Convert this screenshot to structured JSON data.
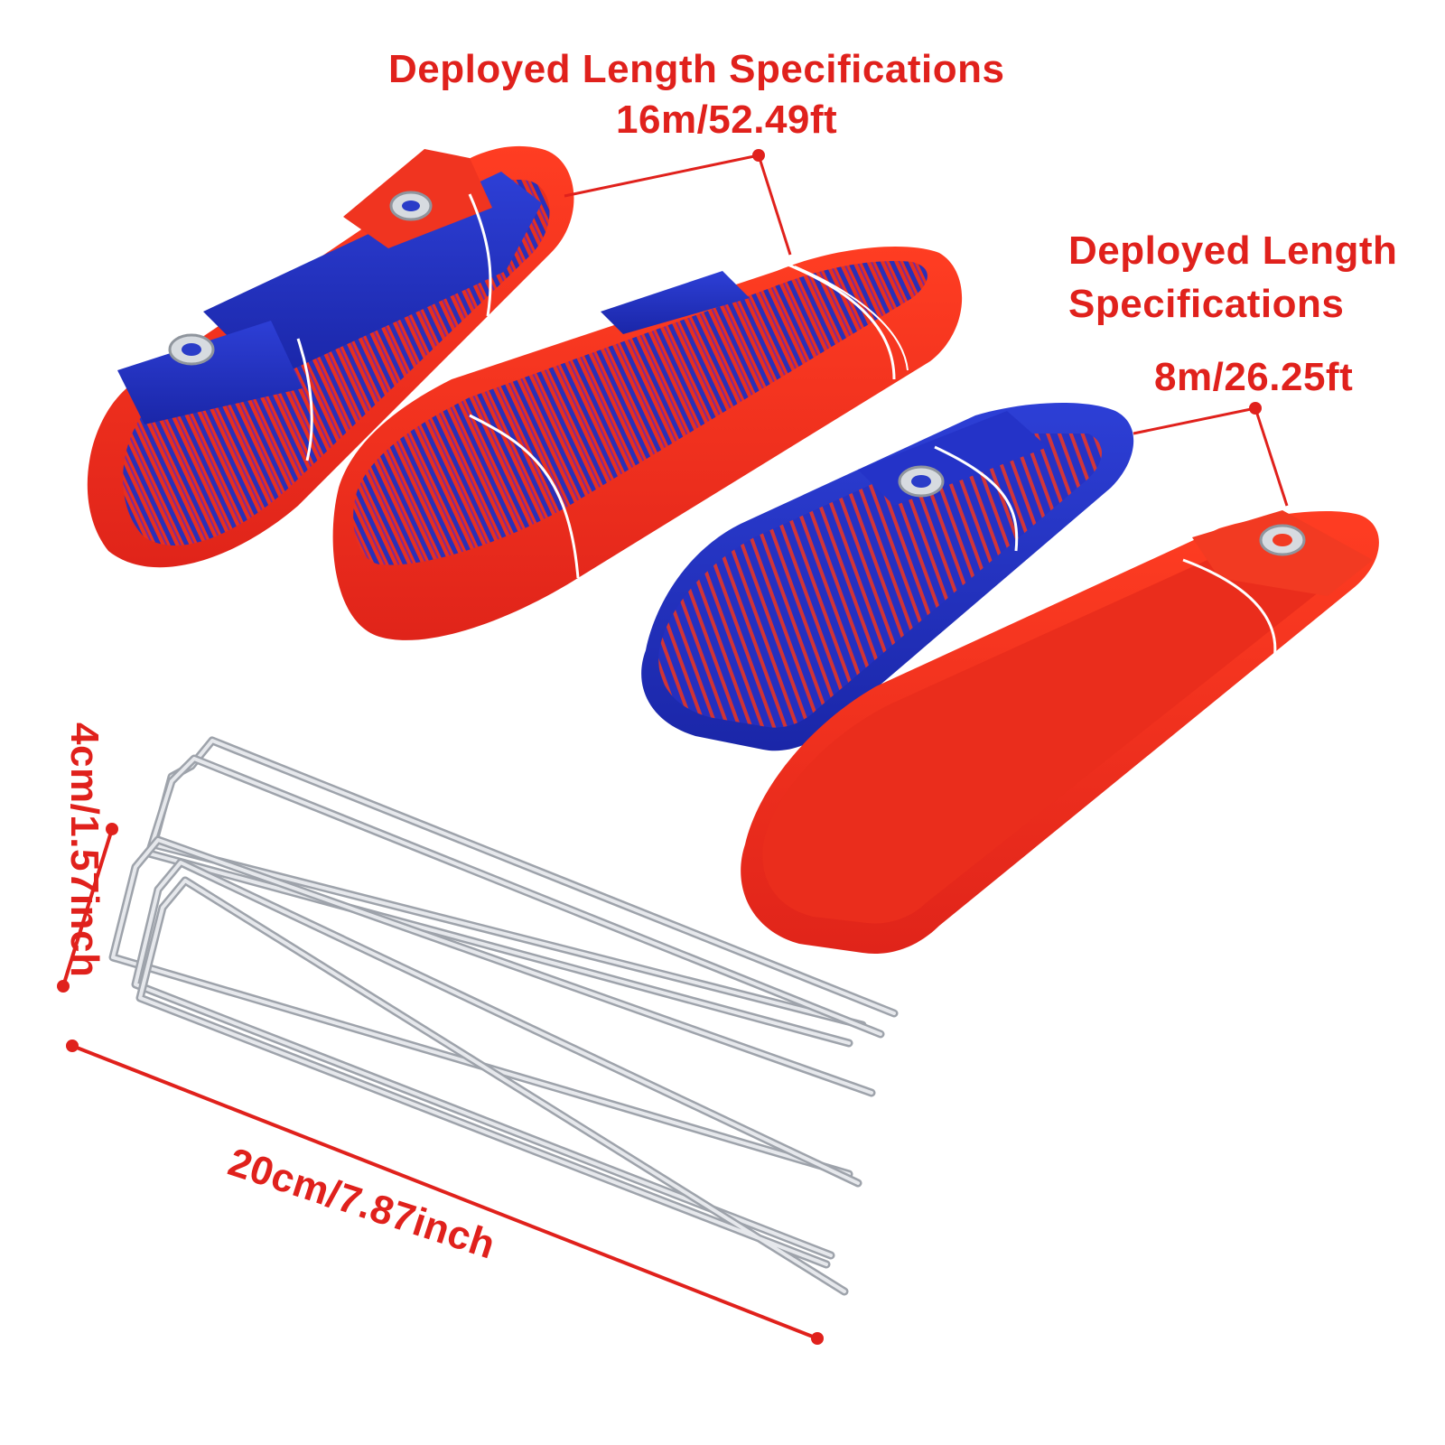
{
  "labels": {
    "long_title": "Deployed Length Specifications",
    "long_value": "16m/52.49ft",
    "short_title_line1": "Deployed Length",
    "short_title_line2": "Specifications",
    "short_value": "8m/26.25ft",
    "stake_width": "4cm/1.57inch",
    "stake_length": "20cm/7.87inch"
  },
  "colors": {
    "label_red": "#e0211c",
    "strap_red": "#f0301c",
    "strap_blue": "#1f2fbf",
    "stake_silver": "#c9ccd2"
  }
}
